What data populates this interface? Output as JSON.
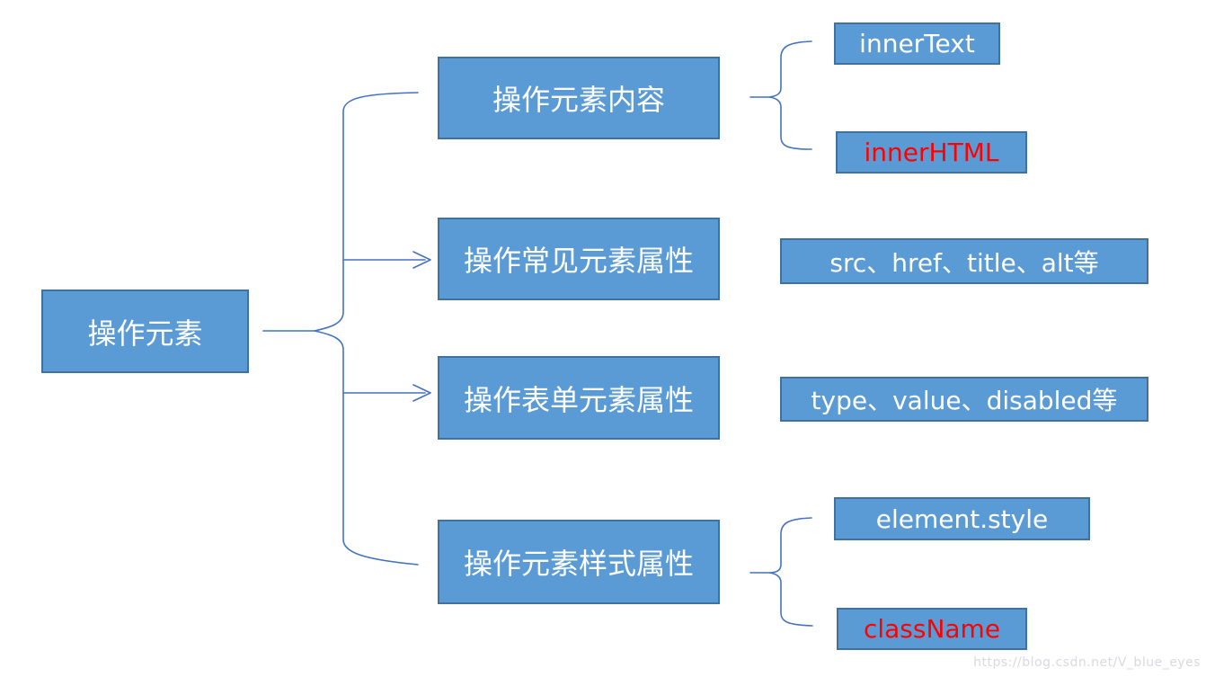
{
  "diagram": {
    "title_hint": "DOM element operation mind map",
    "root": {
      "label": "操作元素"
    },
    "branches": [
      {
        "label": "操作元素内容",
        "children": [
          {
            "label": "innerText",
            "emphasis": "white"
          },
          {
            "label": "innerHTML",
            "emphasis": "red"
          }
        ]
      },
      {
        "label": "操作常见元素属性",
        "children": [
          {
            "label": "src、href、title、alt等",
            "emphasis": "white"
          }
        ]
      },
      {
        "label": "操作表单元素属性",
        "children": [
          {
            "label": "type、value、disabled等",
            "emphasis": "white"
          }
        ]
      },
      {
        "label": "操作元素样式属性",
        "children": [
          {
            "label": "element.style",
            "emphasis": "white"
          },
          {
            "label": "className",
            "emphasis": "red"
          }
        ]
      }
    ],
    "watermark": "https://blog.csdn.net/V_blue_eyes",
    "colors": {
      "node_fill": "#5B9BD5",
      "node_border": "#41719C",
      "connector": "#4472C4",
      "text_default": "#FFFFFF",
      "text_emphasis": "#FF0000",
      "watermark": "#D9D9E0",
      "background": "#FFFFFF"
    }
  }
}
